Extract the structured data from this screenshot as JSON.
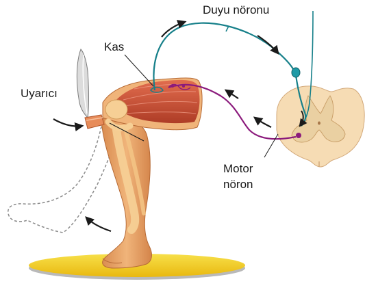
{
  "labels": {
    "sensory_neuron": "Duyu nöronu",
    "muscle": "Kas",
    "stimulus": "Uyarıcı",
    "motor_neuron_line1": "Motor",
    "motor_neuron_line2": "nöron"
  },
  "colors": {
    "sensory_neuron": "#17808a",
    "motor_neuron": "#8b1a7c",
    "muscle": "#c8452f",
    "skin": "#e8a56a",
    "bone": "#f4c78a",
    "spinal_cord": "#f6dcb4",
    "grey_matter": "#ead0a2",
    "floor": "#f2d21c",
    "arrow": "#1a1a1a"
  },
  "icons": {
    "stimulus": "reflex-hammer-icon",
    "arrows": "curved-arrow-icon"
  }
}
